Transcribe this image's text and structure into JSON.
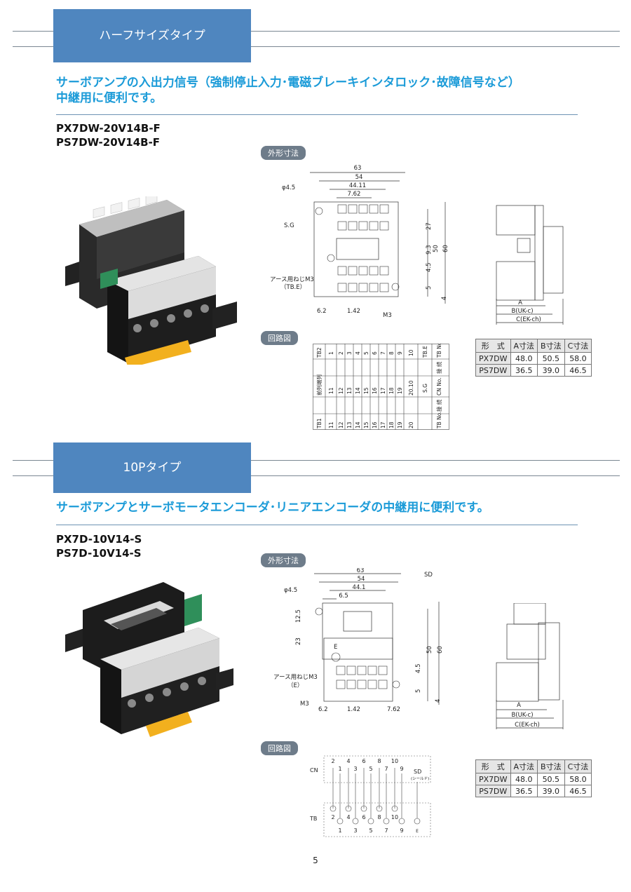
{
  "section1": {
    "tab_label": "ハーフサイズタイプ",
    "lead_line1": "サーボアンプの入出力信号（強制停止入力･電磁ブレーキインタロック･故障信号など）",
    "lead_line2": "中継用に便利です。",
    "model1": "PX7DW-20V14B-F",
    "model2": "PS7DW-20V14B-F",
    "dim_pill": "外形寸法",
    "circuit_pill": "回路図",
    "dims": {
      "d63": "63",
      "d54": "54",
      "d4411": "44.11",
      "d762": "7.62",
      "phi": "φ4.5",
      "sg": "S.G",
      "earth_line1": "アース用ねじM3",
      "earth_line2": "（TB.E）",
      "d62": "6.2",
      "d142": "1.42",
      "m3": "M3",
      "d27": "27",
      "d93": "9.3",
      "d45": "4.5",
      "d5": "5",
      "d4": "4",
      "d50": "50",
      "d60": "60",
      "a": "A",
      "b": "B(UK-c)",
      "c": "C(EK-ch)"
    },
    "circuit": {
      "row1_label": "TB2",
      "row1": [
        "1",
        "2",
        "3",
        "4",
        "5",
        "6",
        "7",
        "8",
        "9",
        "10"
      ],
      "row1_end1": "TB.E",
      "row1_end2": "TB No.",
      "row2_end": "接 続",
      "row3_label": "前列端列",
      "row3": [
        "11",
        "12",
        "13",
        "14",
        "15",
        "16",
        "17",
        "18",
        "19",
        "20.10"
      ],
      "row3_end1": "S.G",
      "row3_end2": "CN No.",
      "row4_end": "接 続",
      "row5_label": "TB1",
      "row5": [
        "11",
        "12",
        "13",
        "14",
        "15",
        "16",
        "17",
        "18",
        "19",
        "20"
      ],
      "row5_end2": "TB No."
    },
    "table": {
      "headers": [
        "形　式",
        "A寸法",
        "B寸法",
        "C寸法"
      ],
      "rows": [
        [
          "PX7DW",
          "48.0",
          "50.5",
          "58.0"
        ],
        [
          "PS7DW",
          "36.5",
          "39.0",
          "46.5"
        ]
      ]
    }
  },
  "section2": {
    "tab_label": "10Pタイプ",
    "lead_line1": "サーボアンプとサーボモータエンコーダ･リニアエンコーダの中継用に便利です。",
    "model1": "PX7D-10V14-S",
    "model2": "PS7D-10V14-S",
    "dim_pill": "外形寸法",
    "circuit_pill": "回路図",
    "dims": {
      "d63": "63",
      "d54": "54",
      "d441": "44.1",
      "d65": "6.5",
      "phi": "φ4.5",
      "sd": "SD",
      "d125": "12.5",
      "d23": "23",
      "e": "E",
      "earth_line1": "アース用ねじM3",
      "earth_line2": "（E）",
      "m3": "M3",
      "d62": "6.2",
      "d142": "1.42",
      "d762": "7.62",
      "d45": "4.5",
      "d5": "5",
      "d4": "4",
      "d50": "50",
      "d60": "60",
      "a": "A",
      "b": "B(UK-c)",
      "c": "C(EK-ch)"
    },
    "circuit": {
      "cn_label": "CN",
      "tb_label": "TB",
      "cn_top": [
        "2",
        "4",
        "6",
        "8",
        "10"
      ],
      "cn_bottom": [
        "1",
        "3",
        "5",
        "7",
        "9"
      ],
      "sd": "SD",
      "sd_sub": "(シールド)",
      "tb_top": [
        "2",
        "4",
        "6",
        "8",
        "10"
      ],
      "tb_bottom": [
        "1",
        "3",
        "5",
        "7",
        "9"
      ],
      "tb_e": "E"
    },
    "table": {
      "headers": [
        "形　式",
        "A寸法",
        "B寸法",
        "C寸法"
      ],
      "rows": [
        [
          "PX7DW",
          "48.0",
          "50.5",
          "58.0"
        ],
        [
          "PS7DW",
          "36.5",
          "39.0",
          "46.5"
        ]
      ]
    }
  },
  "page_number": "5",
  "colors": {
    "tab_blue": "#4f86bf",
    "lead_cyan": "#1b9bd8",
    "pill_gray": "#6e7c8a"
  }
}
